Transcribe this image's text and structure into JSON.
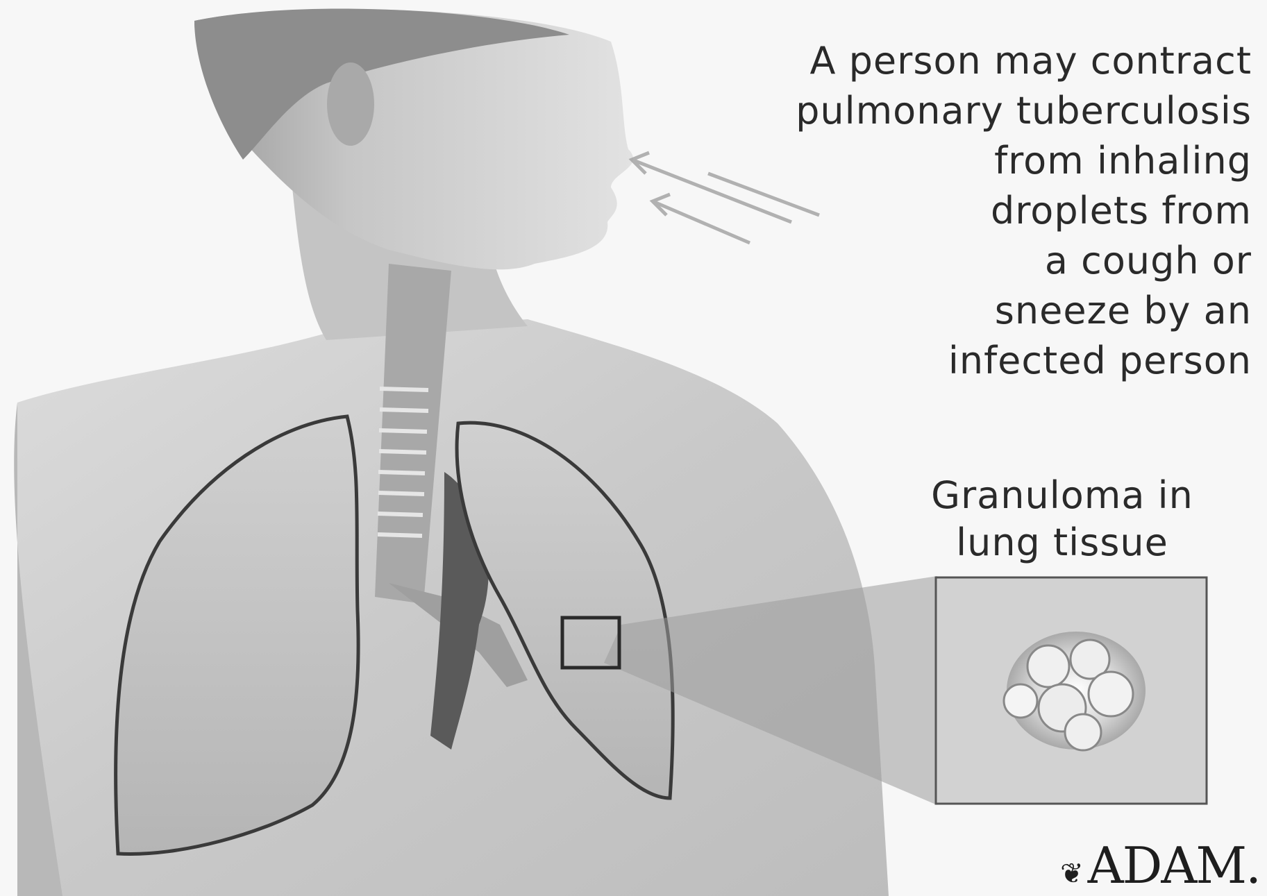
{
  "main_caption": {
    "lines": [
      "A person may contract",
      "pulmonary tuberculosis",
      "from inhaling",
      "droplets from",
      "a cough or",
      "sneeze by an",
      "infected person"
    ]
  },
  "inset_caption": {
    "lines": [
      "Granuloma in",
      "lung tissue"
    ]
  },
  "logo": {
    "text": "ADAM.",
    "icon": "adam-logo-icon"
  },
  "colors": {
    "background": "#f7f7f7",
    "skin": "#cfcfcf",
    "lung_outline": "#3a3a3a",
    "text": "#2a2a2a"
  }
}
